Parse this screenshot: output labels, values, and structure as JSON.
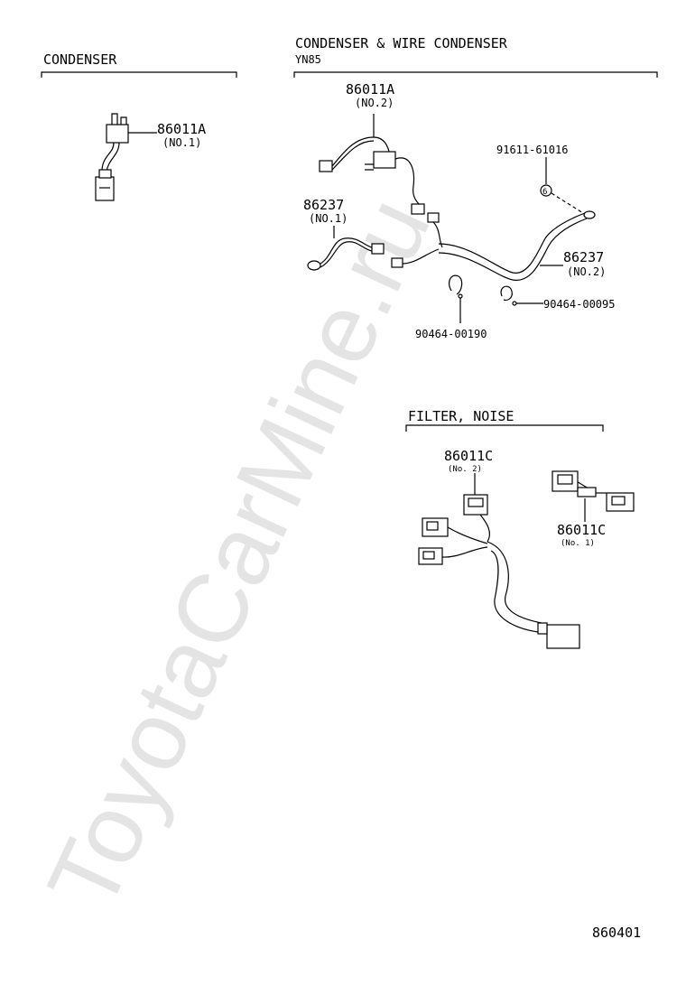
{
  "watermark": "ToyotaCarMine.ru",
  "sections": {
    "condenser": {
      "title": "CONDENSER",
      "part_number": "86011A",
      "note": "(NO.1)"
    },
    "condenser_wire": {
      "title": "CONDENSER & WIRE CONDENSER",
      "model": "YN85",
      "condenser_part": "86011A",
      "condenser_note": "(NO.2)",
      "bolt_part": "91611-61016",
      "wire1_part": "86237",
      "wire1_note": "(NO.1)",
      "wire2_part": "86237",
      "wire2_note": "(NO.2)",
      "clamp_a_part": "90464-00095",
      "clamp_b_part": "90464-00190"
    },
    "filter_noise": {
      "title": "FILTER, NOISE",
      "filter2_part": "86011C",
      "filter2_note": "(No. 2)",
      "filter1_part": "86011C",
      "filter1_note": "(No. 1)"
    }
  },
  "page_code": "860401"
}
